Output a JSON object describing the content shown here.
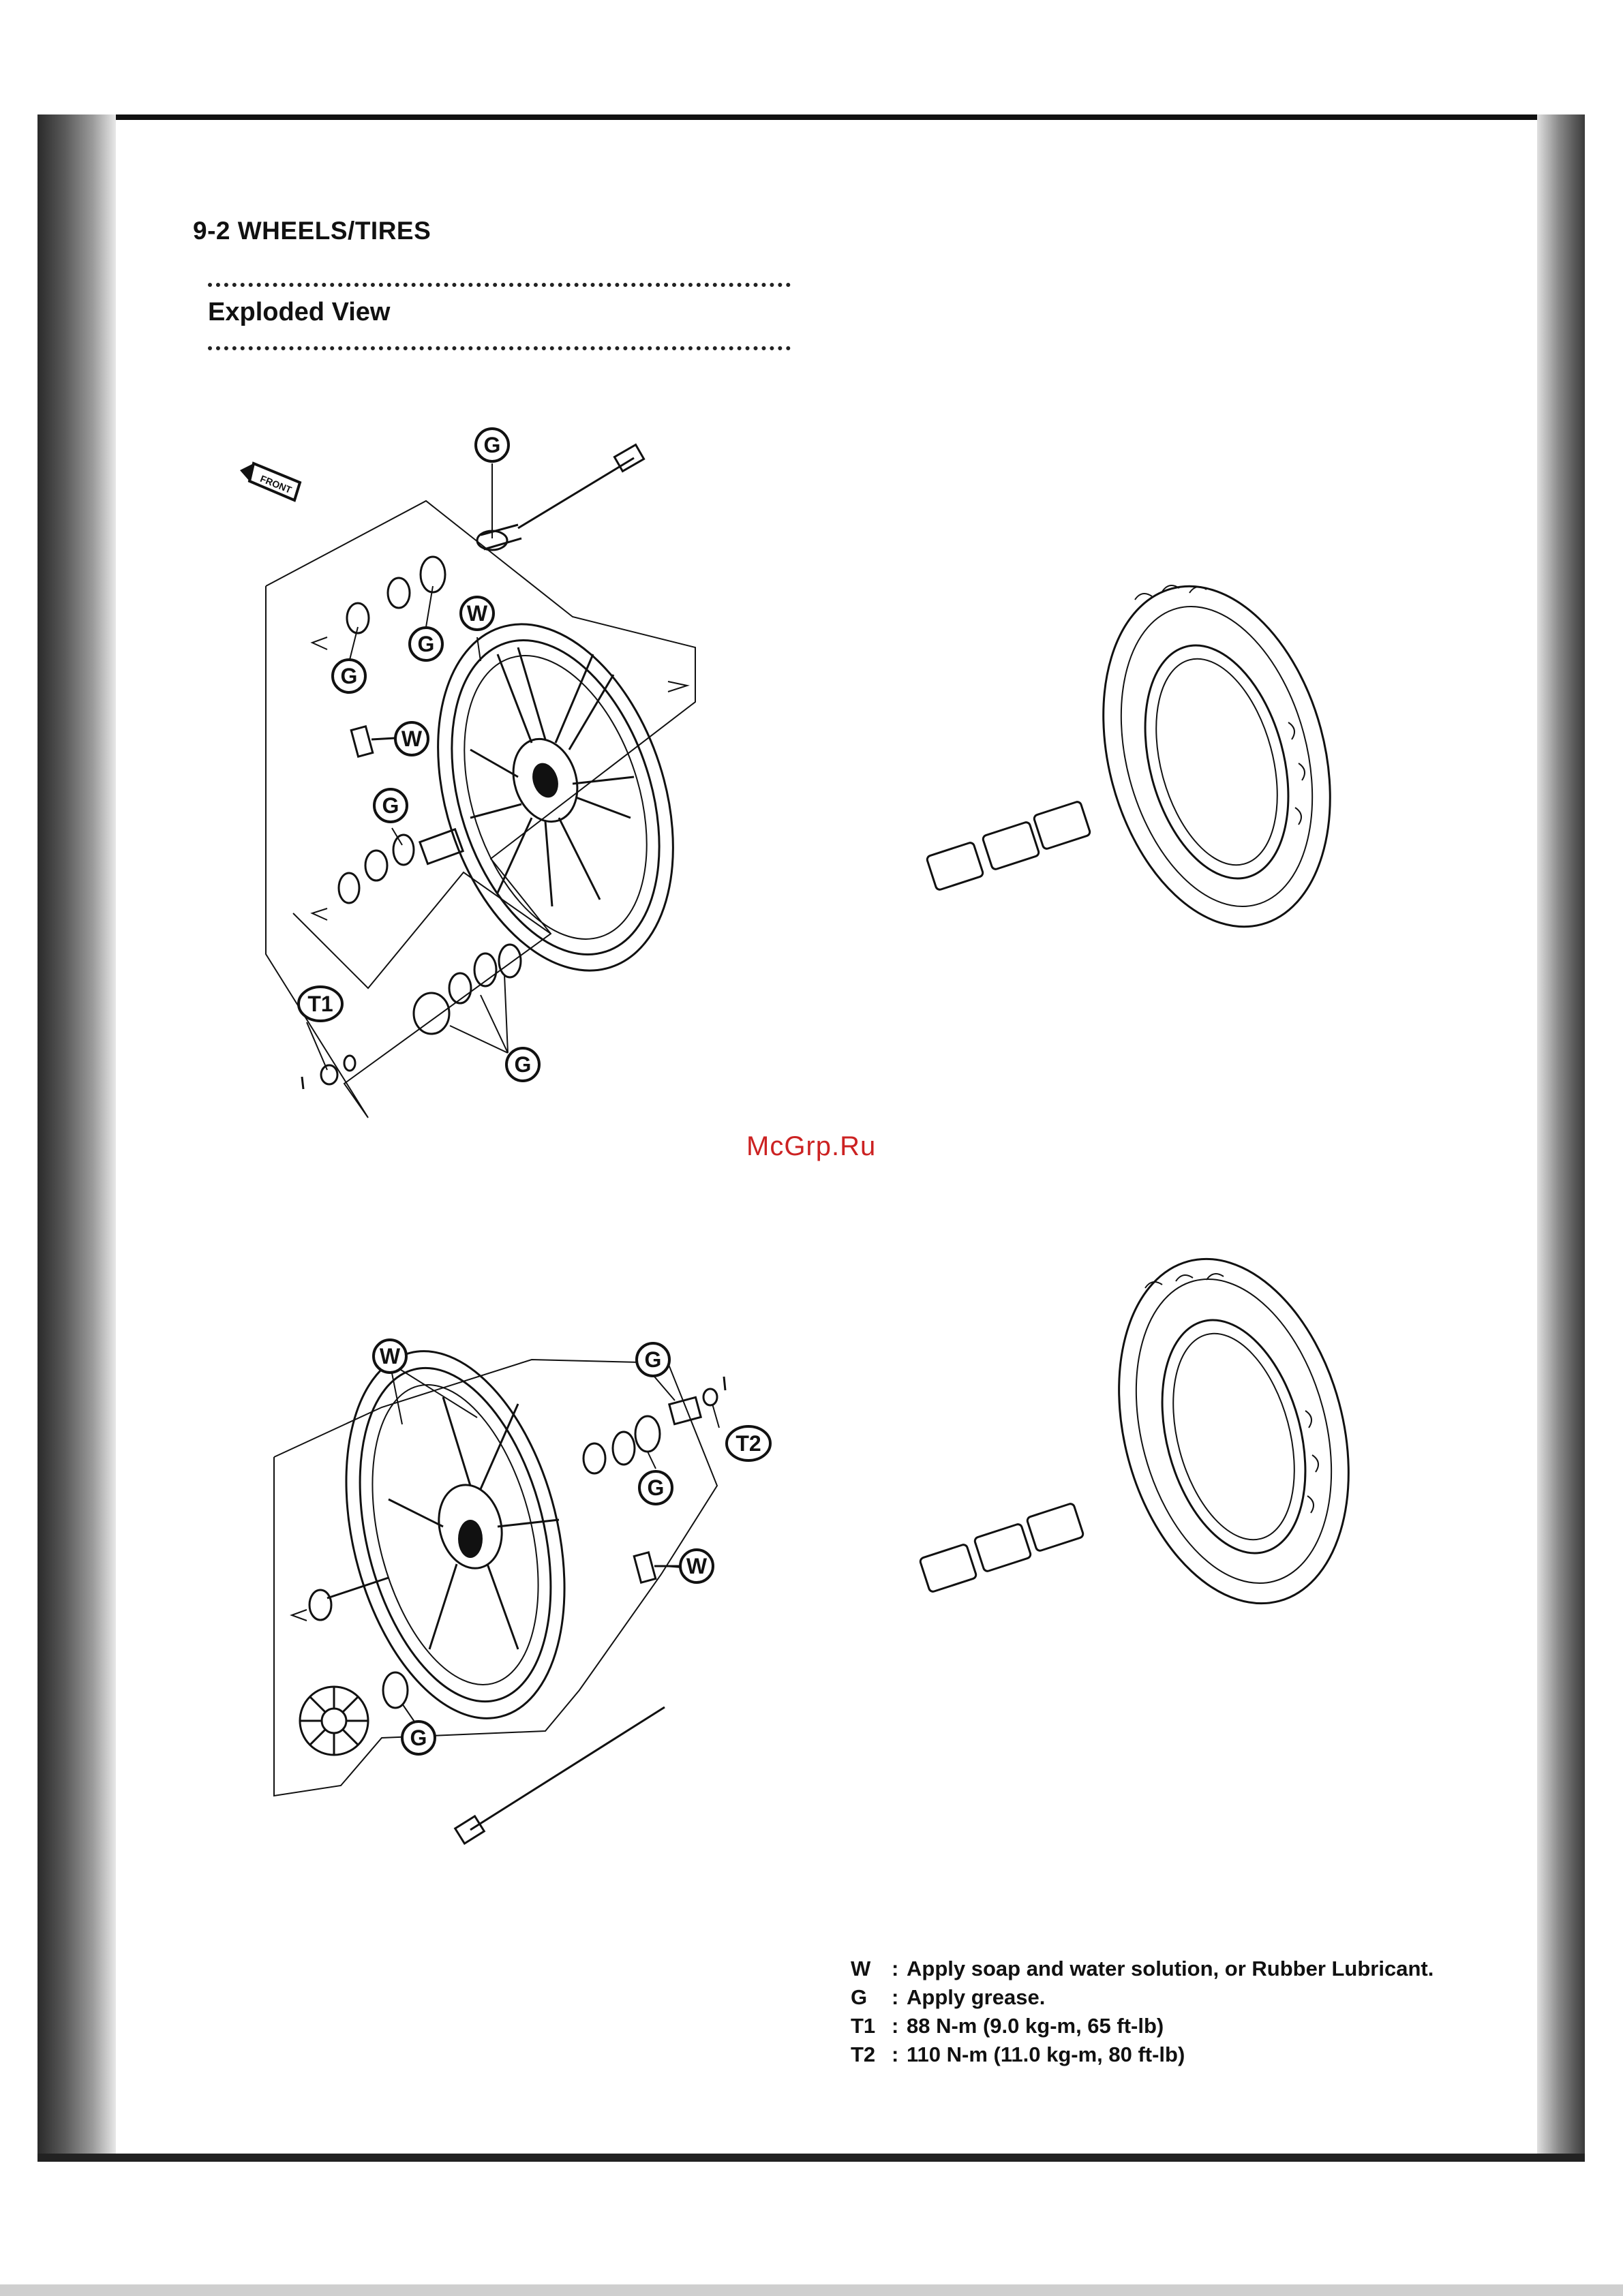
{
  "page": {
    "heading": "9-2 WHEELS/TIRES",
    "section_title": "Exploded View",
    "watermark": "McGrp.Ru"
  },
  "front_wheel": {
    "direction_label": "FRONT",
    "callouts": [
      "G",
      "G",
      "G",
      "G",
      "W",
      "W",
      "G",
      "T1",
      "G"
    ]
  },
  "rear_wheel": {
    "callouts": [
      "W",
      "G",
      "T2",
      "G",
      "W",
      "G"
    ]
  },
  "legend": [
    {
      "key": "W",
      "sep": ":",
      "text": "Apply soap and water solution, or Rubber Lubricant."
    },
    {
      "key": "G",
      "sep": ":",
      "text": "Apply grease."
    },
    {
      "key": "T1",
      "sep": ":",
      "text": "88 N-m (9.0 kg-m, 65 ft-lb)"
    },
    {
      "key": "T2",
      "sep": ":",
      "text": "110 N-m (11.0 kg-m, 80 ft-lb)"
    }
  ]
}
